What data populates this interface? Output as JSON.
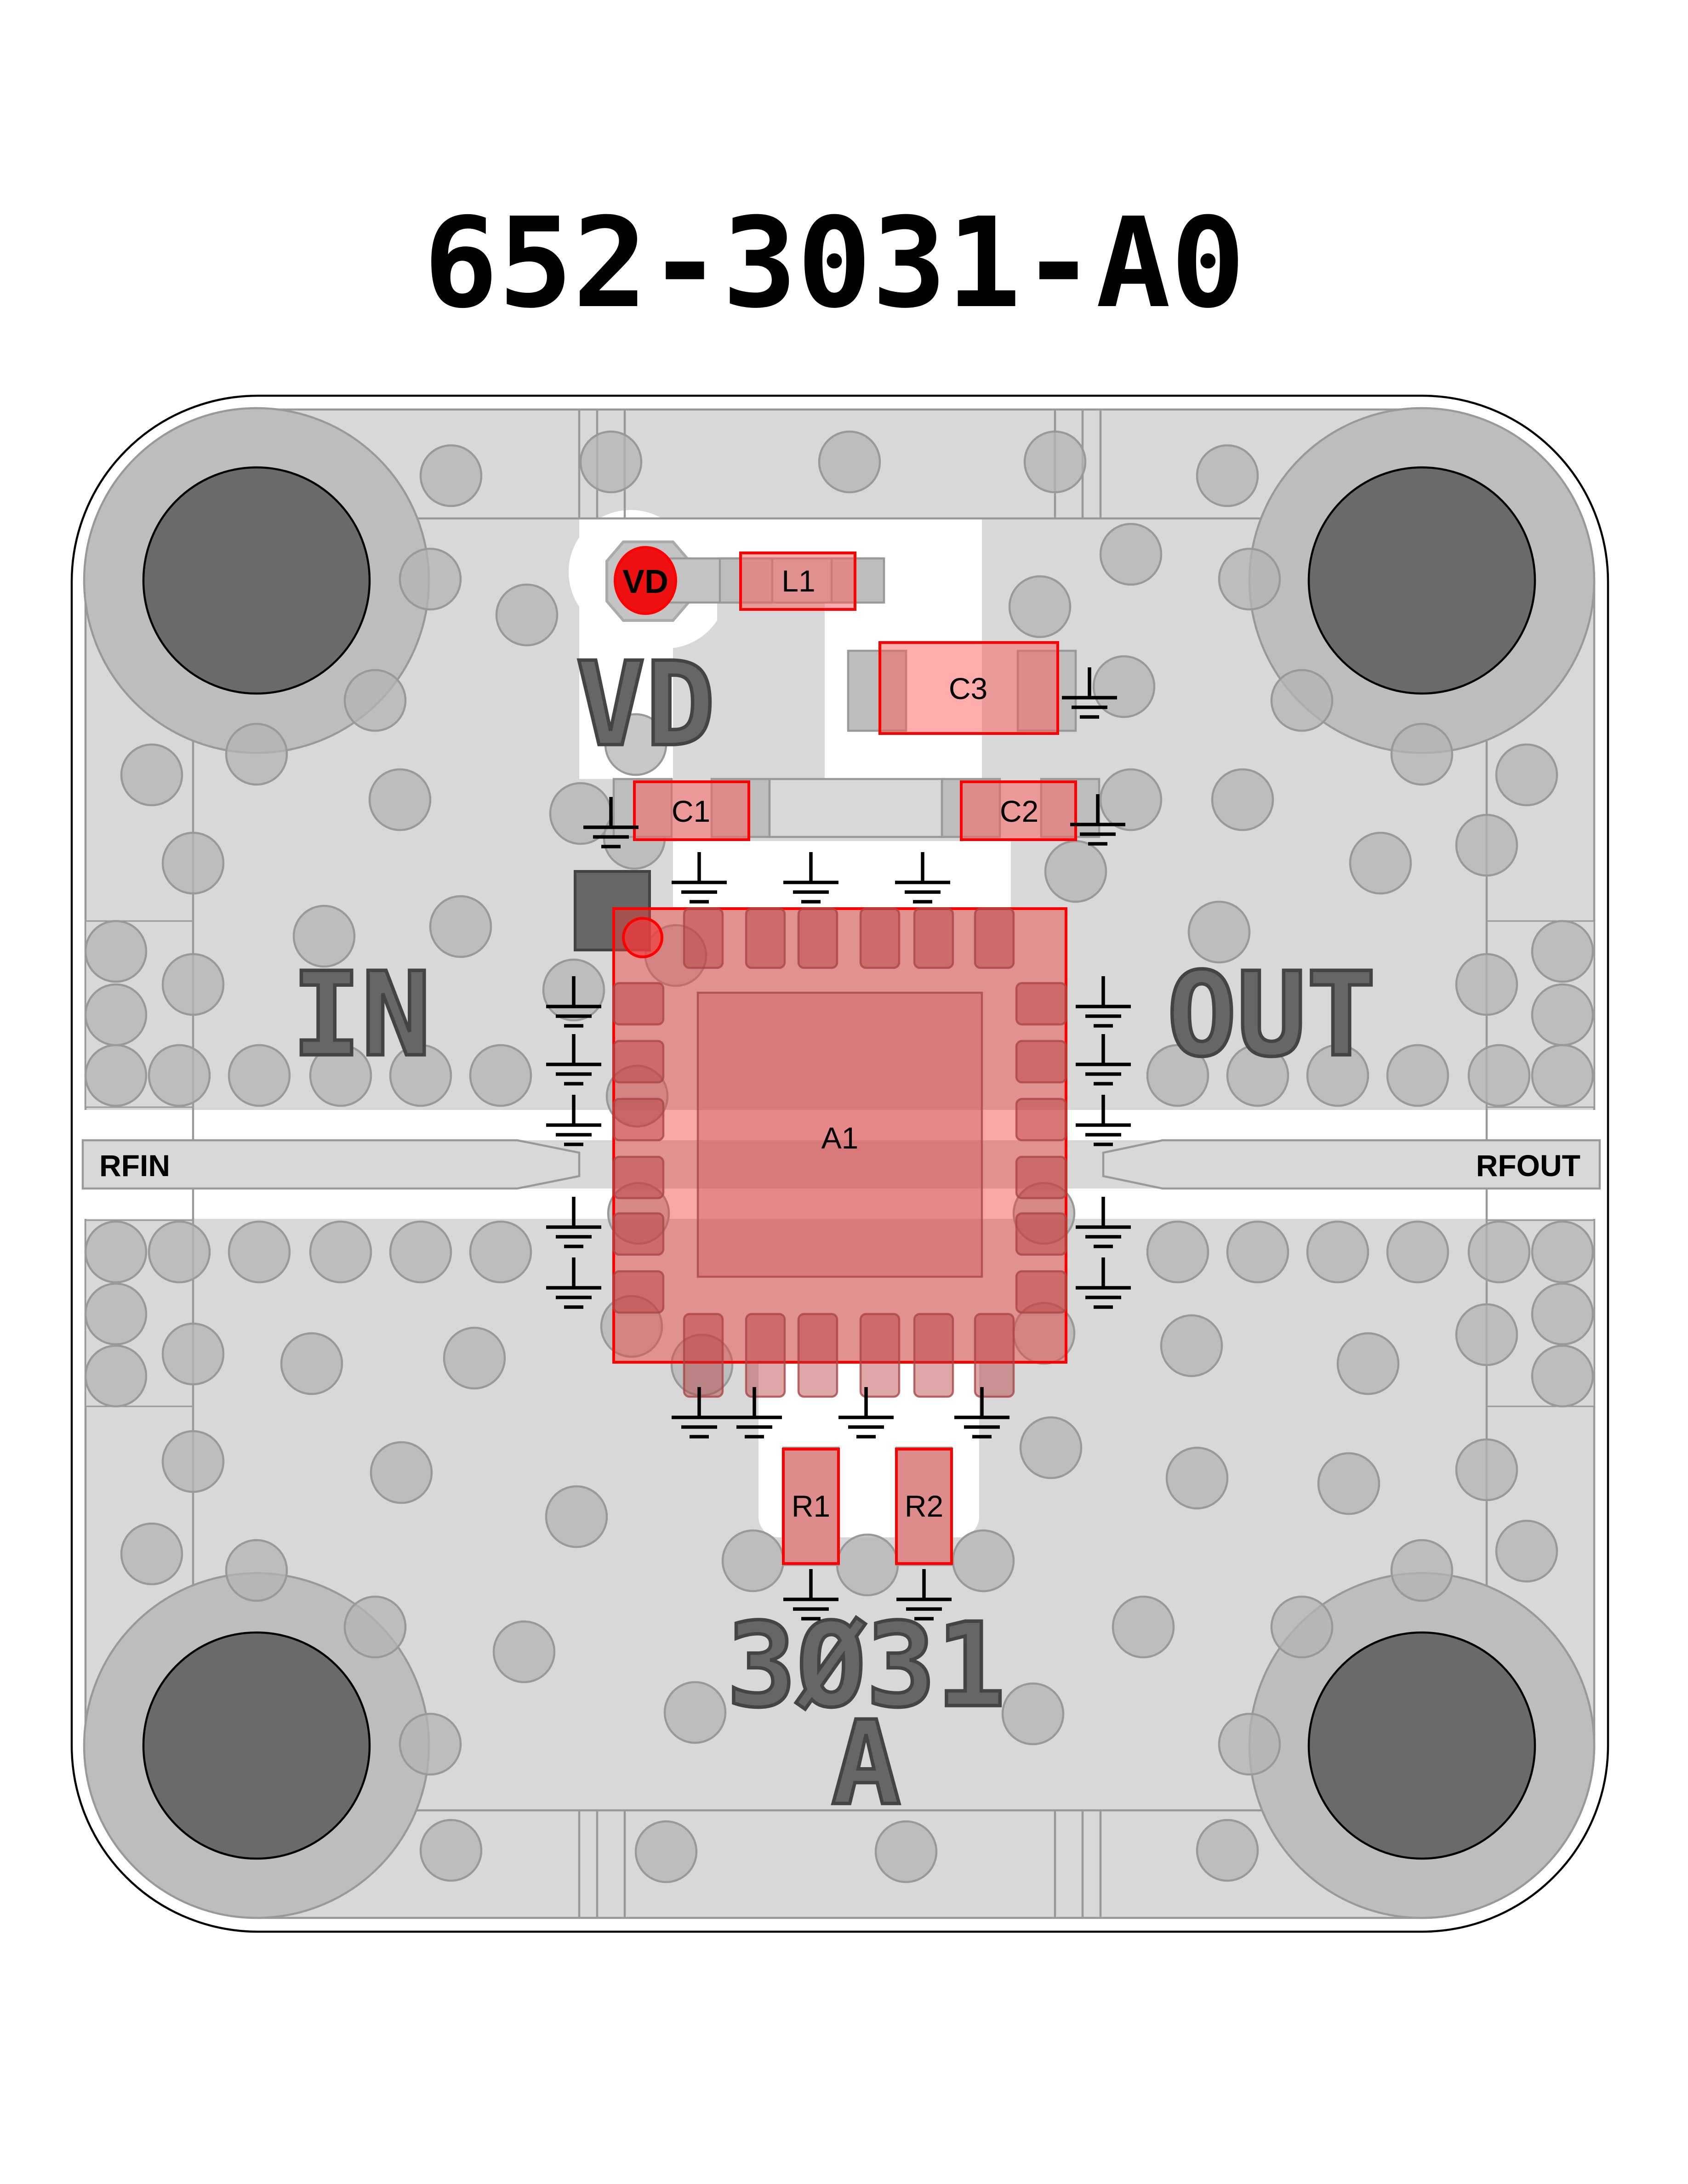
{
  "title": "652-3031-A0",
  "silkscreen": {
    "vd": "VD",
    "in": "IN",
    "out": "OUT",
    "part": "3Ø31",
    "rev": "A"
  },
  "ports": {
    "rfin": "RFIN",
    "rfout": "RFOUT",
    "vd_pad": "VD"
  },
  "components": {
    "l1": "L1",
    "c1": "C1",
    "c2": "C2",
    "c3": "C3",
    "a1": "A1",
    "r1": "R1",
    "r2": "R2"
  },
  "colors": {
    "board": "#d8d8d8",
    "via": "#c4c4c4",
    "hole": "#6a6a6a",
    "component": "#ff0000",
    "silk": "#666666"
  }
}
